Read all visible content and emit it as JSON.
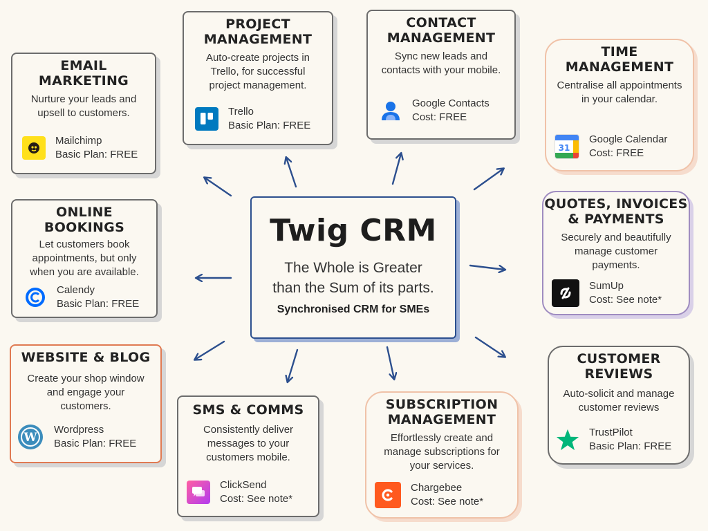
{
  "center": {
    "title": "Twig CRM",
    "tagline_line1": "The Whole is Greater",
    "tagline_line2": "than the Sum of its parts.",
    "subtitle": "Synchronised CRM for SMEs"
  },
  "cards": {
    "email": {
      "title1": "EMAIL",
      "title2": "MARKETING",
      "desc1": "Nurture your leads and",
      "desc2": "upsell to customers.",
      "tool": "Mailchimp",
      "plan": "Basic Plan: FREE",
      "icon": "mailchimp-logo",
      "color": "#ffe01b"
    },
    "project": {
      "title1": "PROJECT",
      "title2": "MANAGEMENT",
      "desc1": "Auto-create projects in",
      "desc2": "Trello, for successful",
      "desc3": "project management.",
      "tool": "Trello",
      "plan": "Basic Plan: FREE",
      "icon": "trello-logo",
      "color": "#0079bf"
    },
    "contact": {
      "title1": "CONTACT",
      "title2": "MANAGEMENT",
      "desc1": "Sync new leads and",
      "desc2": "contacts with your mobile.",
      "tool": "Google Contacts",
      "plan": "Cost: FREE",
      "icon": "google-contacts-logo",
      "color": "#1a73e8"
    },
    "time": {
      "title1": "TIME",
      "title2": "MANAGEMENT",
      "desc1": "Centralise all appointments",
      "desc2": "in your calendar.",
      "tool": "Google Calendar",
      "plan": "Cost: FREE",
      "icon": "google-calendar-logo",
      "color": "#4285f4"
    },
    "bookings": {
      "title1": "ONLINE",
      "title2": "BOOKINGS",
      "desc1": "Let customers book",
      "desc2": "appointments, but only",
      "desc3": "when you are available.",
      "tool": "Calendy",
      "plan": "Basic Plan: FREE",
      "icon": "calendly-logo",
      "color": "#006bff"
    },
    "quotes": {
      "title1": "QUOTES, INVOICES",
      "title2": "& PAYMENTS",
      "desc1": "Securely and beautifully",
      "desc2": "manage customer",
      "desc3": "payments.",
      "tool": "SumUp",
      "plan": "Cost: See note*",
      "icon": "sumup-logo",
      "color": "#111111"
    },
    "website": {
      "title1": "WEBSITE & BLOG",
      "desc1": "Create your shop window",
      "desc2": "and engage your",
      "desc3": "customers.",
      "tool": "Wordpress",
      "plan": "Basic Plan: FREE",
      "icon": "wordpress-logo",
      "color": "#3c8dbc"
    },
    "sms": {
      "title1": "SMS & COMMS",
      "desc1": "Consistently deliver",
      "desc2": "messages to your",
      "desc3": "customers mobile.",
      "tool": "ClickSend",
      "plan": "Cost: See note*",
      "icon": "clicksend-logo",
      "color": "#e040a0"
    },
    "subscription": {
      "title1": "SUBSCRIPTION",
      "title2": "MANAGEMENT",
      "desc1": "Effortlessly create and",
      "desc2": "manage subscriptions for",
      "desc3": "your services.",
      "tool": "Chargebee",
      "plan": "Cost: See note*",
      "icon": "chargebee-logo",
      "color": "#ff5a1f"
    },
    "reviews": {
      "title1": "CUSTOMER",
      "title2": "REVIEWS",
      "desc1": "Auto-solicit and manage",
      "desc2": "customer reviews",
      "tool": "TrustPilot",
      "plan": "Basic Plan: FREE",
      "icon": "trustpilot-logo",
      "color": "#00b67a"
    }
  },
  "colors": {
    "arrow": "#2c4f8e",
    "card_border": "#6c6c6c",
    "orange_border": "#e07a52",
    "peach_border": "#f0c2a8",
    "purple_border": "#9f8cc0",
    "background": "#fbf8f1"
  }
}
